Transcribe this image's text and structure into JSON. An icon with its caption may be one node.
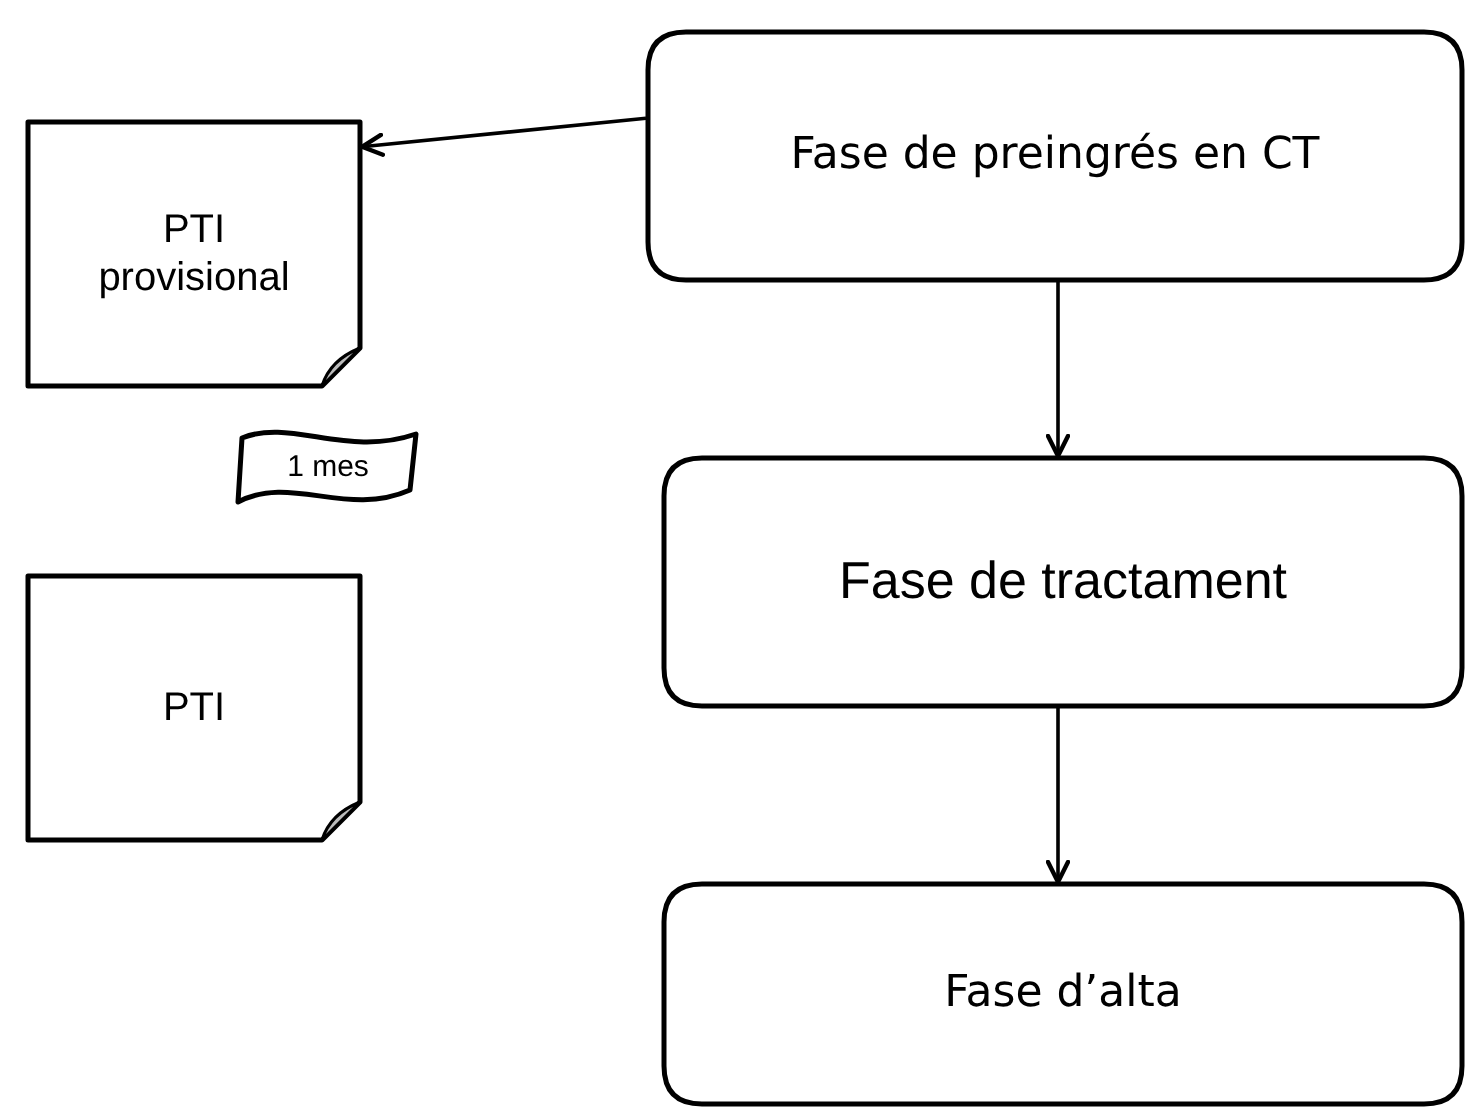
{
  "diagram": {
    "nodes": [
      {
        "text": [
          "PTI provisional"
        ]
      },
      {
        "text": [
          "Fase de preingrés en CT"
        ]
      },
      {
        "text": [
          "1 mes"
        ]
      },
      {
        "text": [
          "Fase de tractament"
        ]
      },
      {
        "text": [
          "PTI"
        ]
      },
      {
        "text": [
          "Fase d’alta"
        ]
      }
    ],
    "edges": [
      {
        "from": 1,
        "to": 0,
        "arrow": "to"
      },
      {
        "from": 1,
        "to": 3,
        "arrow": "to"
      },
      {
        "from": 3,
        "to": 5,
        "arrow": "to"
      }
    ]
  }
}
